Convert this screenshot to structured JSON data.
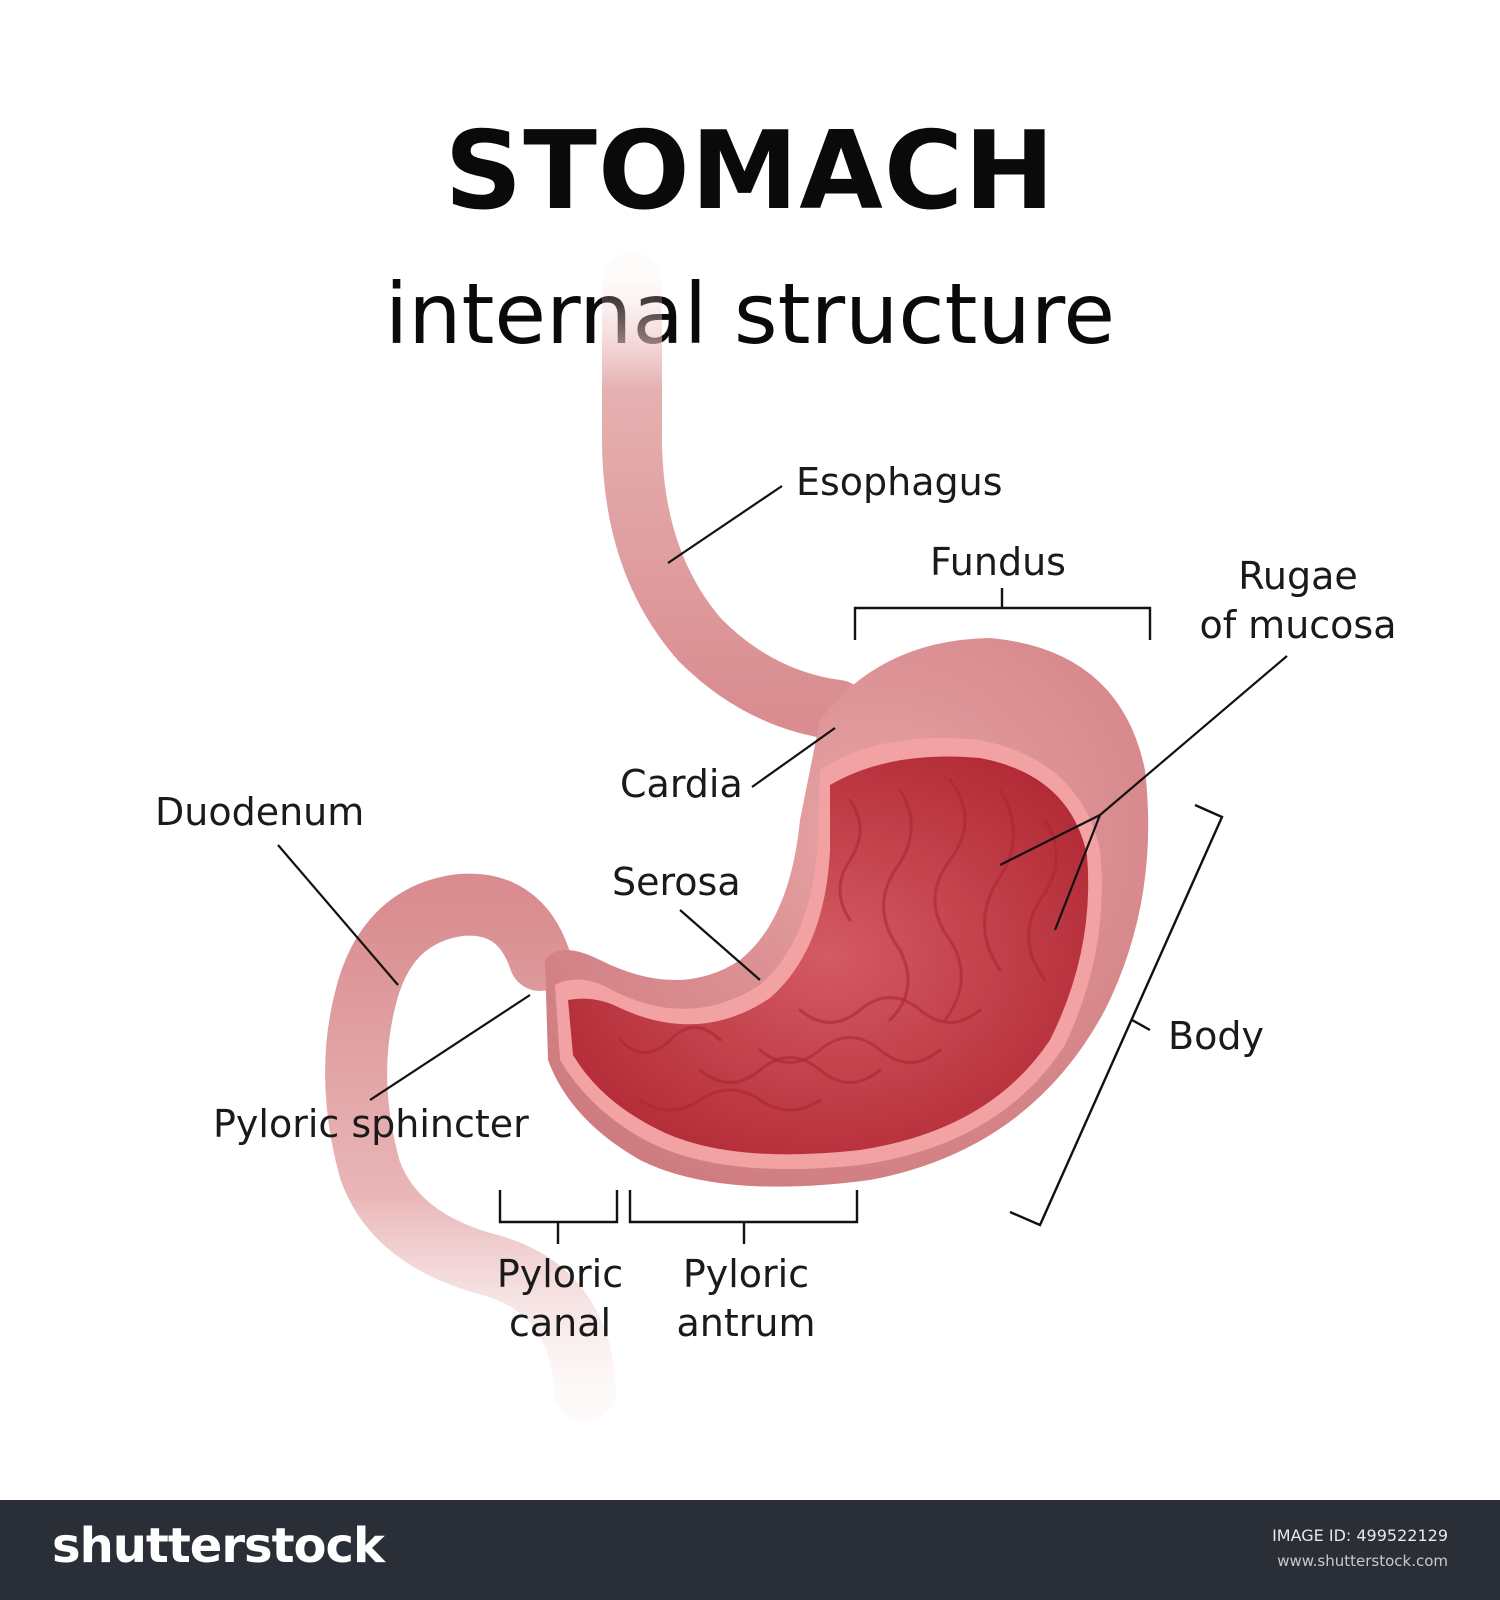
{
  "title": "STOMACH",
  "subtitle": "internal structure",
  "labels": {
    "esophagus": "Esophagus",
    "fundus": "Fundus",
    "rugae": [
      "Rugae",
      "of mucosa"
    ],
    "cardia": "Cardia",
    "duodenum": "Duodenum",
    "serosa": "Serosa",
    "body": "Body",
    "pyloric_sphincter": "Pyloric sphincter",
    "pyloric_canal": [
      "Pyloric",
      "canal"
    ],
    "pyloric_antrum": [
      "Pyloric",
      "antrum"
    ]
  },
  "footer": {
    "brand": "shutterstock",
    "image_id_label": "IMAGE ID:",
    "image_id": "499522129",
    "site": "www.shutterstock.com"
  },
  "colors": {
    "outer_wall": "#d9898d",
    "serosa_rim": "#f2a2a2",
    "mucosa": "#c9434e",
    "footer_bg": "#2a2f37"
  }
}
